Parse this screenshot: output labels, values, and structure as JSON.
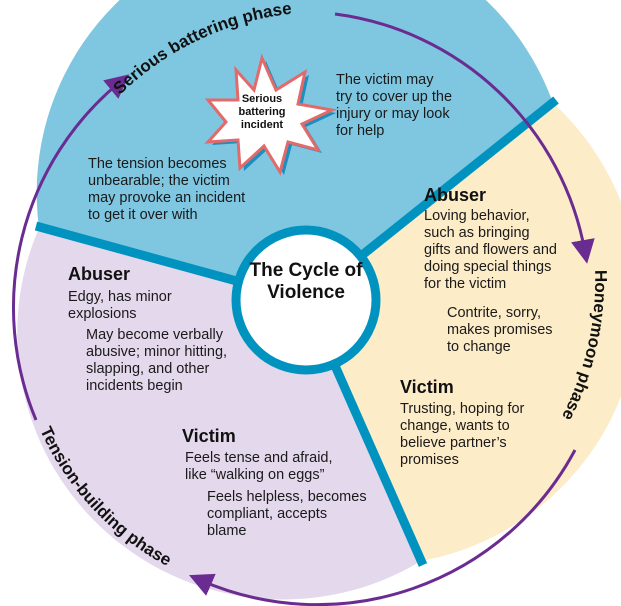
{
  "title": "The Cycle of Violence",
  "colors": {
    "ring": "#0093c0",
    "serious_phase_fill": "#7fc6e1",
    "honeymoon_fill": "#fdecc8",
    "tension_fill": "#e4d8ec",
    "arrow": "#6a2c91",
    "star_stroke": "#e26a6a",
    "star_shadow": "#1a8fc0"
  },
  "phases": [
    {
      "name": "Serious battering phase"
    },
    {
      "name": "Honeymoon phase"
    },
    {
      "name": "Tension-building phase"
    }
  ],
  "serious_battering": {
    "incident_label": "Serious\nbattering\nincident",
    "victim_cover_text": "The victim may\ntry to cover up the\ninjury or may look\nfor  help",
    "tension_text": "The tension becomes\nunbearable; the victim\nmay provoke an incident\nto get it over with"
  },
  "honeymoon": {
    "abuser_heading": "Abuser",
    "abuser_text": "Loving behavior,\nsuch as bringing\ngifts and flowers and\ndoing special things\nfor the victim",
    "abuser_text_2": "Contrite, sorry,\nmakes promises\nto change",
    "victim_heading": "Victim",
    "victim_text": "Trusting, hoping for\nchange, wants to\nbelieve partner’s\npromises"
  },
  "tension_building": {
    "abuser_heading": "Abuser",
    "abuser_text": "Edgy, has minor\nexplosions",
    "abuser_text_2": "May become verbally\nabusive; minor hitting,\nslapping, and other\nincidents begin",
    "victim_heading": "Victim",
    "victim_text": "Feels tense and afraid,\nlike “walking on eggs”",
    "victim_text_2": "Feels helpless, becomes\ncompliant, accepts\nblame"
  }
}
